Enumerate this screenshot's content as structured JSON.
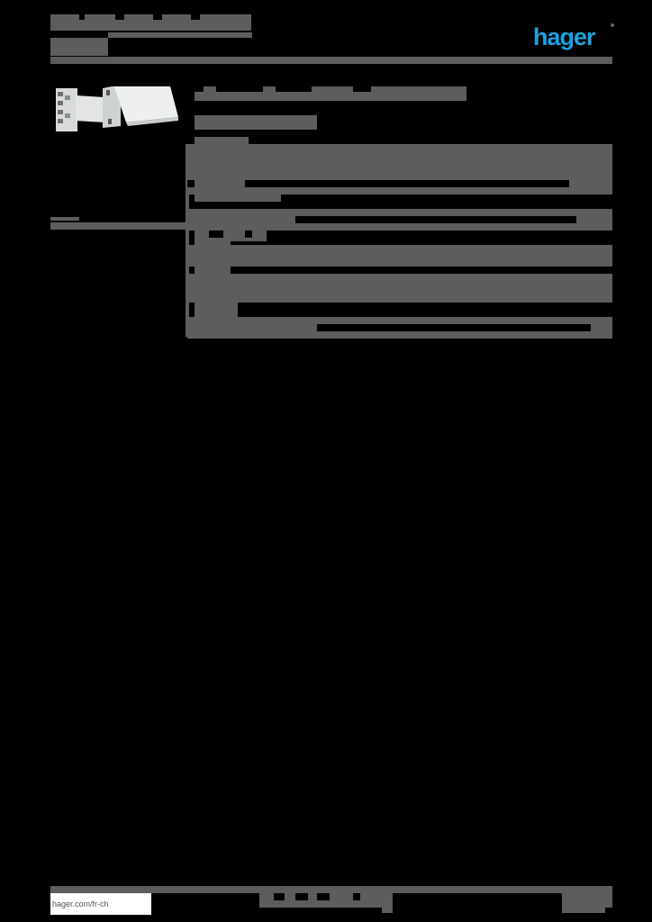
{
  "header": {
    "title": "",
    "subtitle": "",
    "logo_text": "hager",
    "logo_color": "#1da1e0"
  },
  "product": {
    "image_alt": "product-photo",
    "title_line1": "",
    "title_line2": ""
  },
  "sidebar": {
    "label": ""
  },
  "specs": {
    "sections": [
      {
        "label": "",
        "rows": 2
      },
      {
        "label": "",
        "rows": 1
      },
      {
        "label": "",
        "rows": 1
      },
      {
        "label": "",
        "rows": 1
      },
      {
        "label": "",
        "rows": 1
      },
      {
        "label": "",
        "rows": 1
      }
    ]
  },
  "footer": {
    "url": "hager.com/fr-ch",
    "center_text": "",
    "page_info": ""
  },
  "colors": {
    "background": "#000000",
    "text_block": "#5c5d5d",
    "brand": "#1da1e0"
  }
}
